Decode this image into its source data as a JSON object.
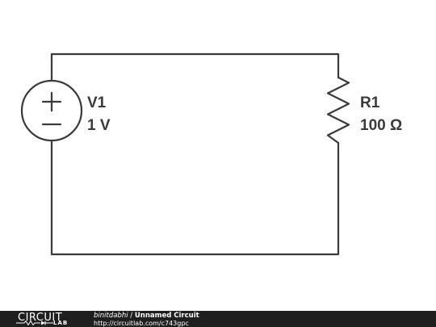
{
  "components": {
    "source": {
      "name": "V1",
      "value": "1 V"
    },
    "resistor": {
      "name": "R1",
      "value": "100 Ω"
    }
  },
  "footer": {
    "logo_main": "CIRCUIT",
    "logo_sub": "LAB",
    "user": "binitdabhi",
    "separator": " / ",
    "title": "Unnamed Circuit",
    "url": "http://circuitlab.com/c743gpc"
  },
  "colors": {
    "wire": "#3a3a3a",
    "footer_bg": "#1f1f1f"
  }
}
